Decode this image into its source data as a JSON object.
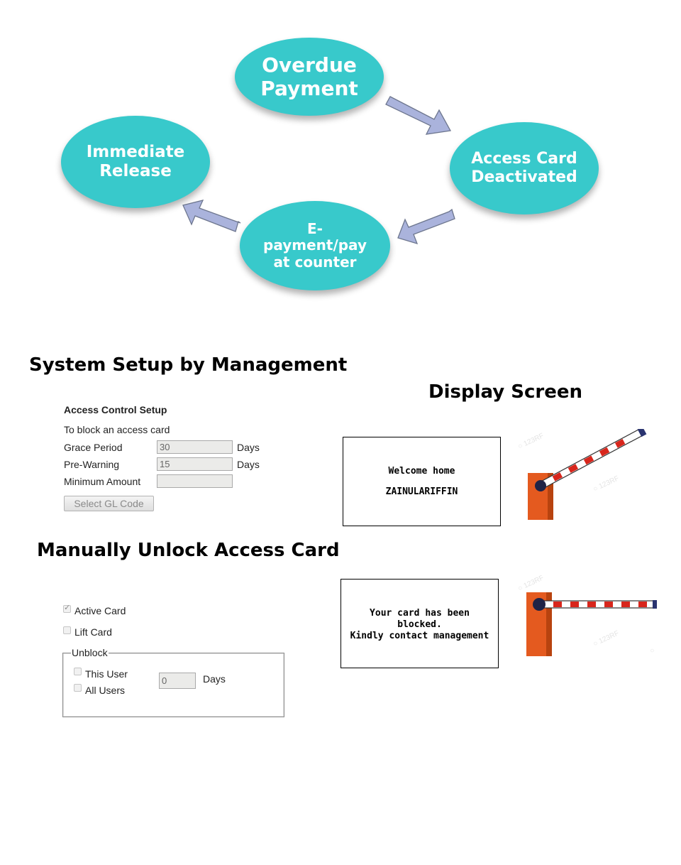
{
  "cycle": {
    "overdue": "Overdue\nPayment",
    "deactivated": "Access Card\nDeactivated",
    "epayment": "E-\npayment/pay\nat counter",
    "release": "Immediate\nRelease",
    "colors": {
      "node": "#38c9cb",
      "arrow_fill": "#aab3dc",
      "arrow_stroke": "#6d768e"
    }
  },
  "setup": {
    "heading": "System Setup by Management",
    "form_title": "Access Control Setup",
    "subtitle": "To block an access card",
    "grace_label": "Grace Period",
    "grace_value": "30",
    "grace_unit": "Days",
    "prewarn_label": "Pre-Warning",
    "prewarn_value": "15",
    "prewarn_unit": "Days",
    "min_label": "Minimum Amount",
    "min_value": "",
    "gl_button": "Select GL Code"
  },
  "display": {
    "heading": "Display Screen",
    "screen1_line1": "Welcome home",
    "screen1_line2": "ZAINULARIFFIN",
    "screen2_line1": "Your card has been",
    "screen2_line2": "blocked.",
    "screen2_line3": "Kindly contact management"
  },
  "unlock": {
    "heading": "Manually Unlock Access Card",
    "active_card": "Active Card",
    "active_card_checked": true,
    "lift_card": "Lift Card",
    "unblock_legend": "Unblock",
    "this_user": "This User",
    "all_users": "All Users",
    "days_value": "0",
    "days_label": "Days"
  }
}
